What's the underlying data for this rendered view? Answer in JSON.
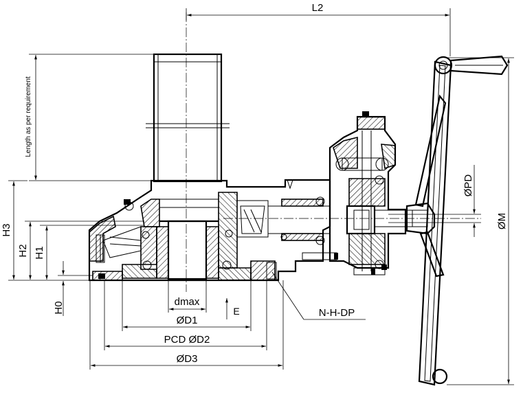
{
  "labels": {
    "L2": "L2",
    "length_note": "Length as per requirement",
    "H3": "H3",
    "H2": "H2",
    "H1": "H1",
    "H0": "H0",
    "dmax": "dmax",
    "E": "E",
    "D1": "ØD1",
    "D2": "PCD ØD2",
    "D3": "ØD3",
    "flange": "N-H-DP",
    "PD": "ØPD",
    "M": "ØM"
  }
}
